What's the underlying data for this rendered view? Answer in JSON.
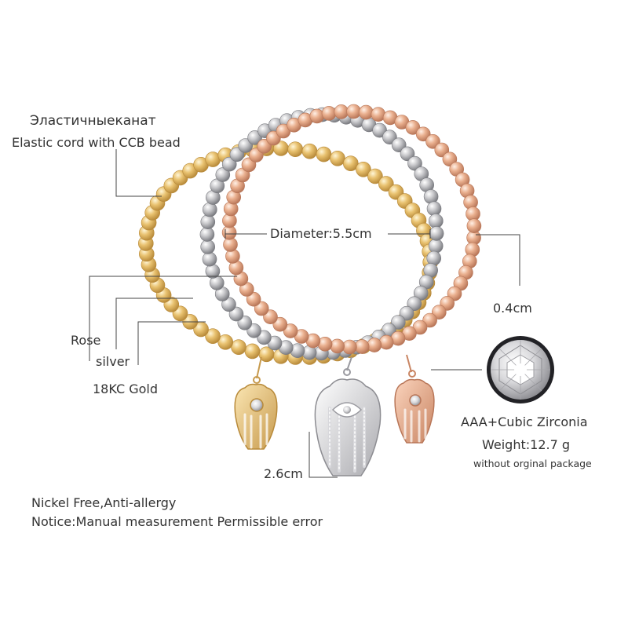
{
  "labels": {
    "russian": "Эластичныеканат",
    "cord": "Elastic cord with CCB bead",
    "diameter": "Diameter:5.5cm",
    "bead_size": "0.4cm",
    "rose": "Rose",
    "silver": "silver",
    "gold": "18KC Gold",
    "stone": "AAA+Cubic Zirconia",
    "weight": "Weight:12.7 g",
    "package": "without orginal package",
    "charm_size": "2.6cm",
    "nickel": "Nickel Free,Anti-allergy",
    "notice": "Notice:Manual measurement Permissible error"
  },
  "colors": {
    "gold": "#e6bf6a",
    "silver": "#c9c9cc",
    "rose": "#eab08f",
    "line": "#444444",
    "text": "#333333"
  }
}
